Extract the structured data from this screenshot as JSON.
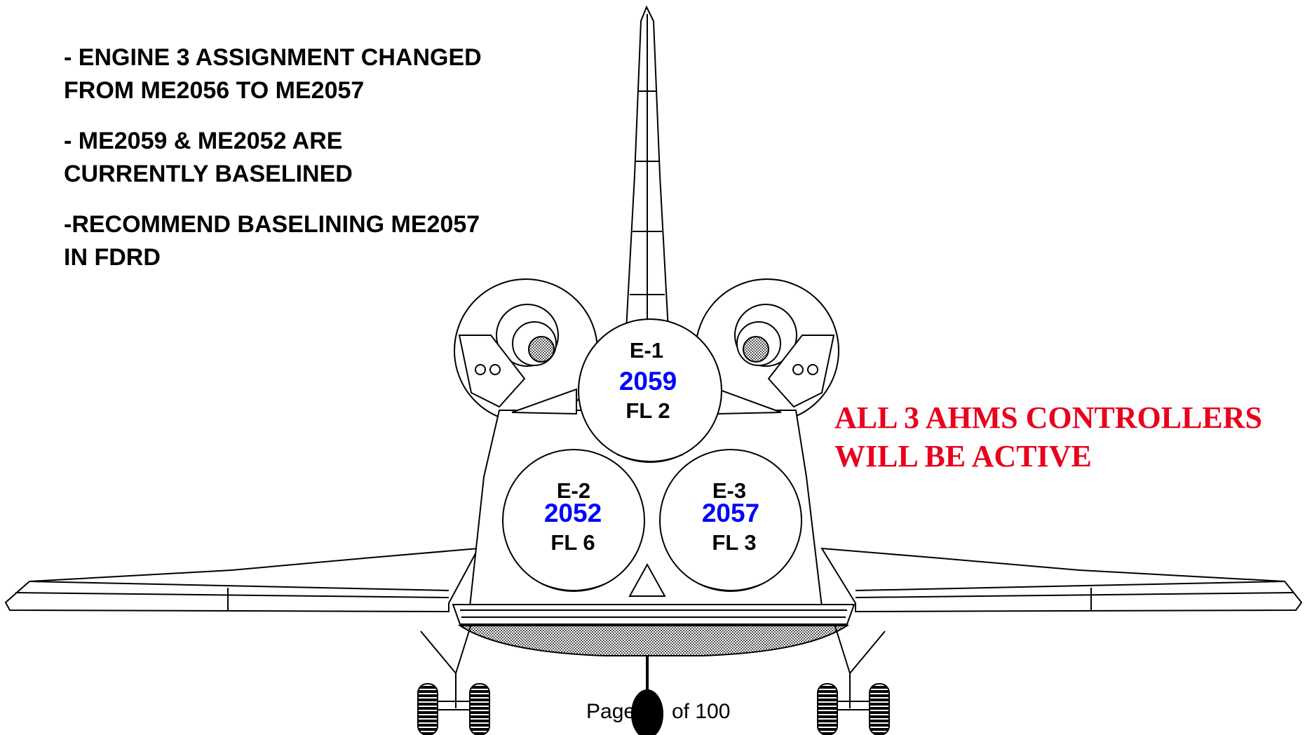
{
  "notes": [
    {
      "lines": [
        "- ENGINE 3 ASSIGNMENT CHANGED",
        "FROM ME2056 TO ME2057"
      ]
    },
    {
      "lines": [
        "- ME2059 & ME2052 ARE",
        "CURRENTLY BASELINED"
      ]
    },
    {
      "lines": [
        "-RECOMMEND BASELINING ME2057",
        "IN FDRD"
      ]
    }
  ],
  "ahms_note": {
    "lines": [
      "ALL 3 AHMS CONTROLLERS",
      "WILL BE ACTIVE"
    ],
    "color": "#e8001c"
  },
  "engines": [
    {
      "label": "E-1",
      "serial": "2059",
      "fl": "FL 2"
    },
    {
      "label": "E-2",
      "serial": "2052",
      "fl": "FL 6"
    },
    {
      "label": "E-3",
      "serial": "2057",
      "fl": "FL 3"
    }
  ],
  "serial_color": "#0000ff",
  "footer": {
    "page_label": "Page",
    "of_label": "of 100"
  }
}
